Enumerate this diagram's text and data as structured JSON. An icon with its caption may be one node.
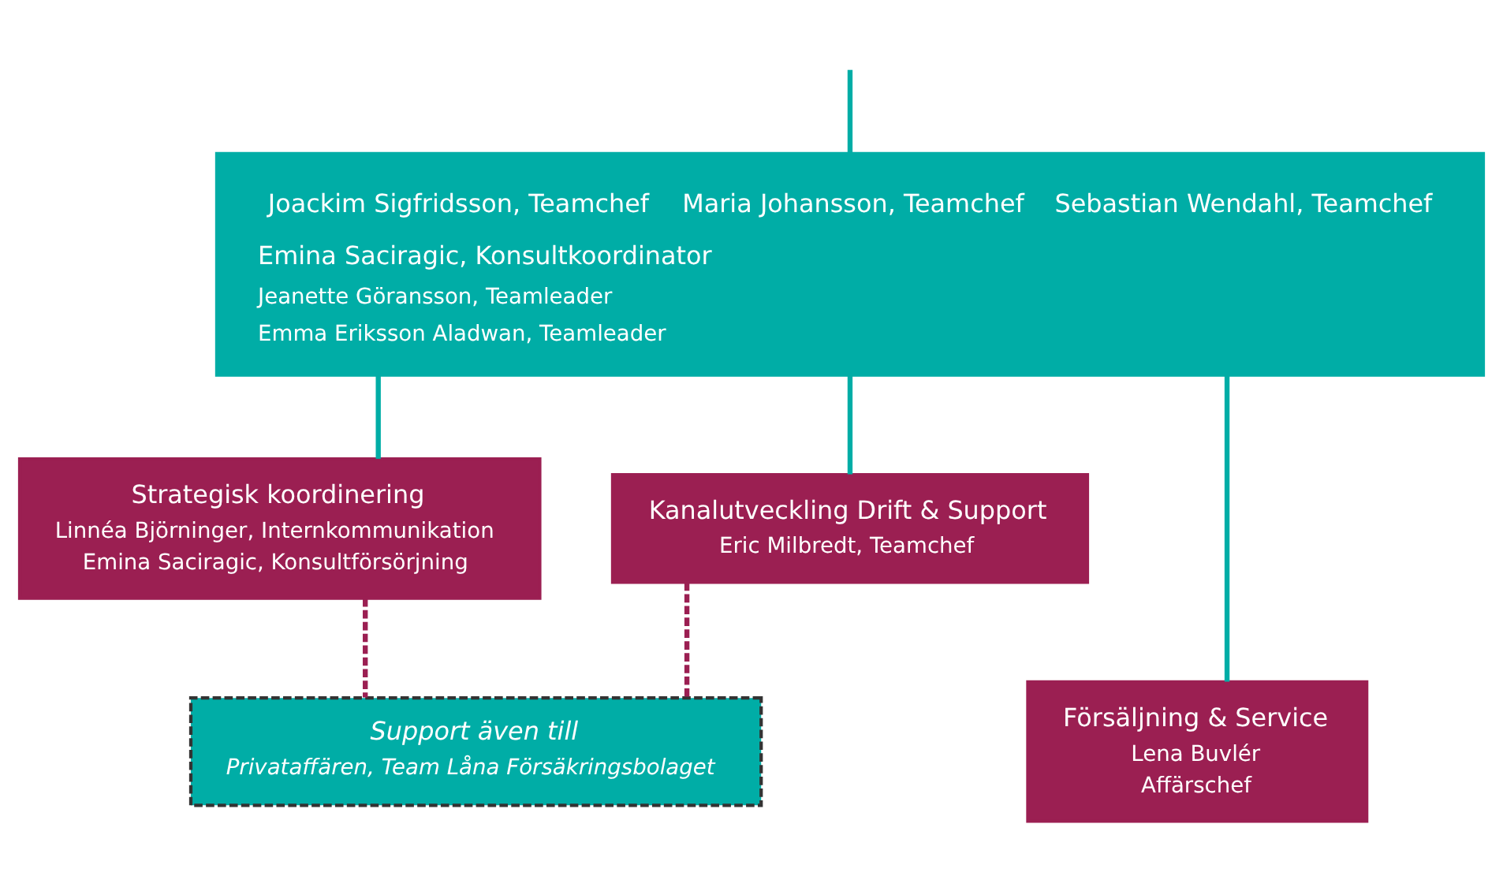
{
  "diagram": {
    "nodes": [
      {
        "text": [
          "Joackim Sigfridsson, Teamchef",
          "Maria Johansson, Teamchef",
          "Sebastian Wendahl, Teamchef",
          "Emina Saciragic, Konsultkoordinator",
          "Jeanette Göransson, Teamleader",
          "Emma Eriksson Aladwan, Teamleader"
        ]
      },
      {
        "text": [
          "Strategisk koordinering",
          "Linnéa Björninger, Internkommunikation",
          "Emina Saciragic, Konsultförsörjning"
        ]
      },
      {
        "text": [
          "Kanalutveckling Drift & Support",
          "Eric Milbredt, Teamchef"
        ]
      },
      {
        "text": [
          "Försäljning & Service",
          "Lena Buvlér",
          "Affärschef"
        ]
      },
      {
        "text": [
          "Support även till",
          "Privataffären, Team Låna Försäkringsbolaget"
        ]
      }
    ],
    "edges": [
      {
        "from": null,
        "to": 0,
        "arrow": "none"
      },
      {
        "from": 0,
        "to": 1,
        "arrow": "none"
      },
      {
        "from": 0,
        "to": 3,
        "arrow": "none"
      },
      {
        "from": 0,
        "to": 2,
        "arrow": "none"
      },
      {
        "from": 1,
        "to": 4,
        "arrow": "none",
        "style": "dashed",
        "color": "#9b1f52"
      },
      {
        "from": 2,
        "to": 4,
        "arrow": "none",
        "style": "dashed",
        "color": "#9b1f52"
      }
    ]
  }
}
